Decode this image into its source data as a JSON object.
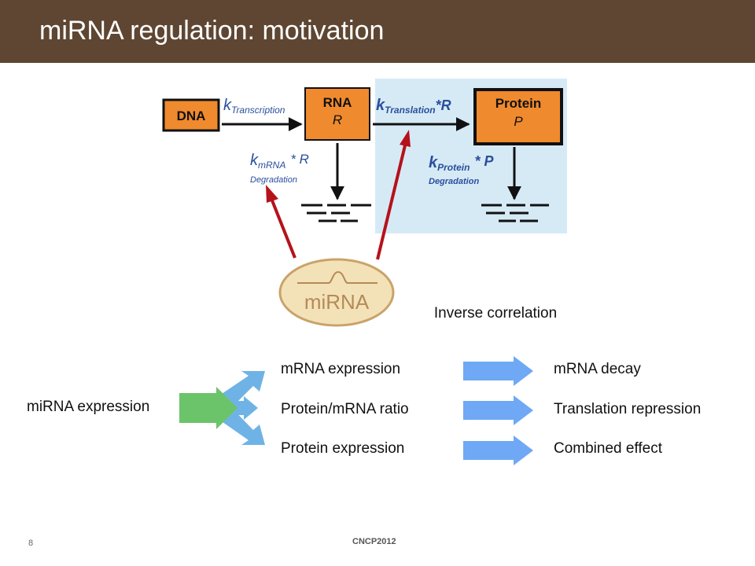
{
  "slide": {
    "title": "miRNA regulation: motivation",
    "page_number": "8",
    "footer": "CNCP2012"
  },
  "diagram": {
    "dna_label": "DNA",
    "rna_label": "RNA",
    "rna_symbol": "R",
    "protein_label": "Protein",
    "protein_symbol": "P",
    "k_symbol": "k",
    "transcription_sub": "Transcription",
    "translation_sub": "Translation",
    "translation_factor": "*R",
    "mrna_sub": "mRNA",
    "mrna_factor": "* R",
    "mrna_degradation": "Degradation",
    "protein_sub": "Protein",
    "protein_factor": "* P",
    "protein_degradation": "Degradation",
    "mirna_label": "miRNA",
    "colors": {
      "box_orange": "#f08a2e",
      "panel_blue": "#d6eaf6",
      "label_blue": "#2a4f9c",
      "arrow_red": "#b5121b",
      "mirna_fill": "#f3e2b8",
      "mirna_border": "#c9a36a",
      "mirna_text": "#b58a58"
    }
  },
  "relations": {
    "source": "miRNA expression",
    "inverse_label": "Inverse correlation",
    "rows": [
      {
        "measure": "mRNA expression",
        "effect": "mRNA decay"
      },
      {
        "measure": "Protein/mRNA ratio",
        "effect": "Translation repression"
      },
      {
        "measure": "Protein expression",
        "effect": "Combined effect"
      }
    ],
    "colors": {
      "green_arrow": "#6cc46a",
      "fork_blue": "#6fb3e6",
      "right_arrow": "#6fa8f5"
    }
  }
}
